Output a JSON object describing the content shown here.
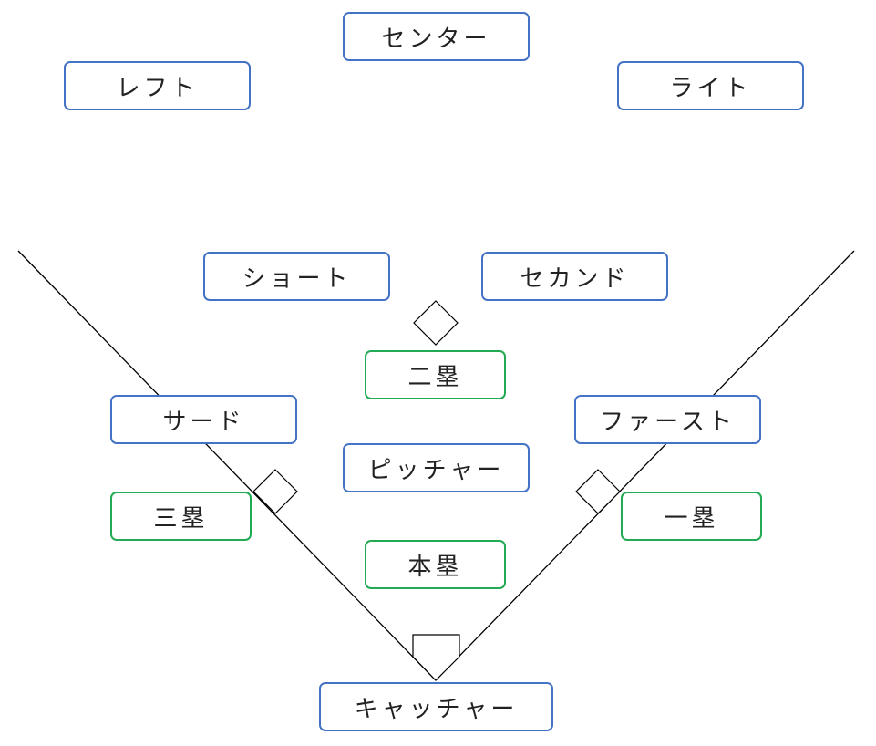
{
  "colors": {
    "position_border": "#4472c4",
    "base_border": "#22aa55",
    "line": "#000000"
  },
  "positions": {
    "center": "センター",
    "left": "レフト",
    "right": "ライト",
    "short": "ショート",
    "second": "セカンド",
    "third": "サード",
    "first": "ファースト",
    "pitcher": "ピッチャー",
    "catcher": "キャッチャー"
  },
  "bases": {
    "second": "二塁",
    "third": "三塁",
    "first": "一塁",
    "home": "本塁"
  }
}
